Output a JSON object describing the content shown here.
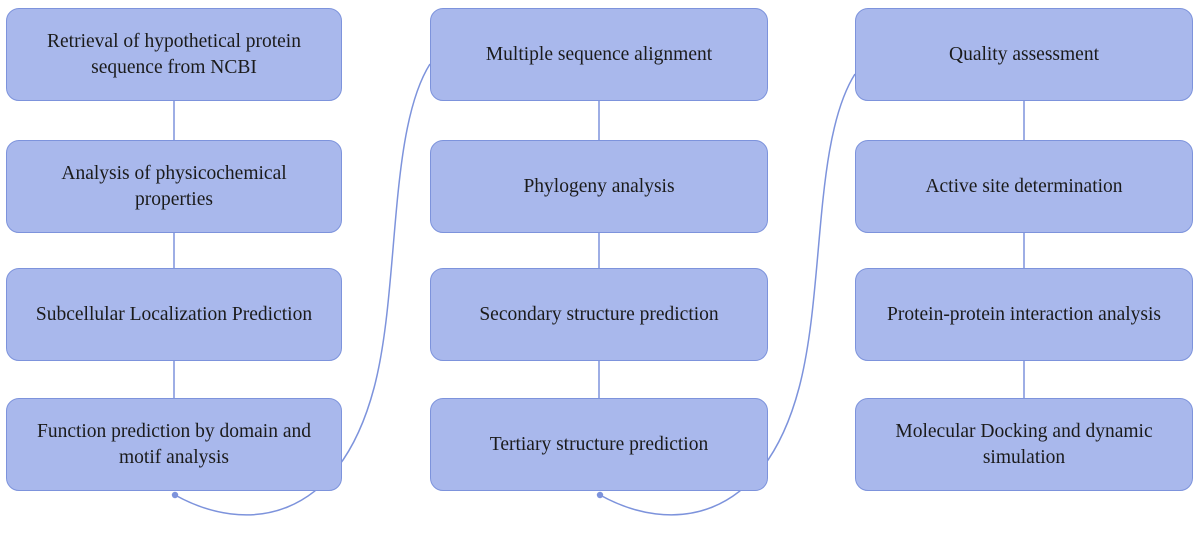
{
  "colors": {
    "box_fill": "#a9b8ec",
    "box_border": "#7d93dc",
    "connector": "#7d93dc",
    "text": "#1b1b1b",
    "background": "#ffffff"
  },
  "columns": [
    {
      "steps": [
        "Retrieval of hypothetical protein sequence from NCBI",
        "Analysis of physicochemical properties",
        "Subcellular Localization Prediction",
        "Function prediction by domain and motif analysis"
      ]
    },
    {
      "steps": [
        "Multiple sequence alignment",
        "Phylogeny analysis",
        "Secondary structure prediction",
        "Tertiary structure prediction"
      ]
    },
    {
      "steps": [
        "Quality assessment",
        "Active site determination",
        "Protein-protein interaction analysis",
        "Molecular Docking and dynamic simulation"
      ]
    }
  ]
}
